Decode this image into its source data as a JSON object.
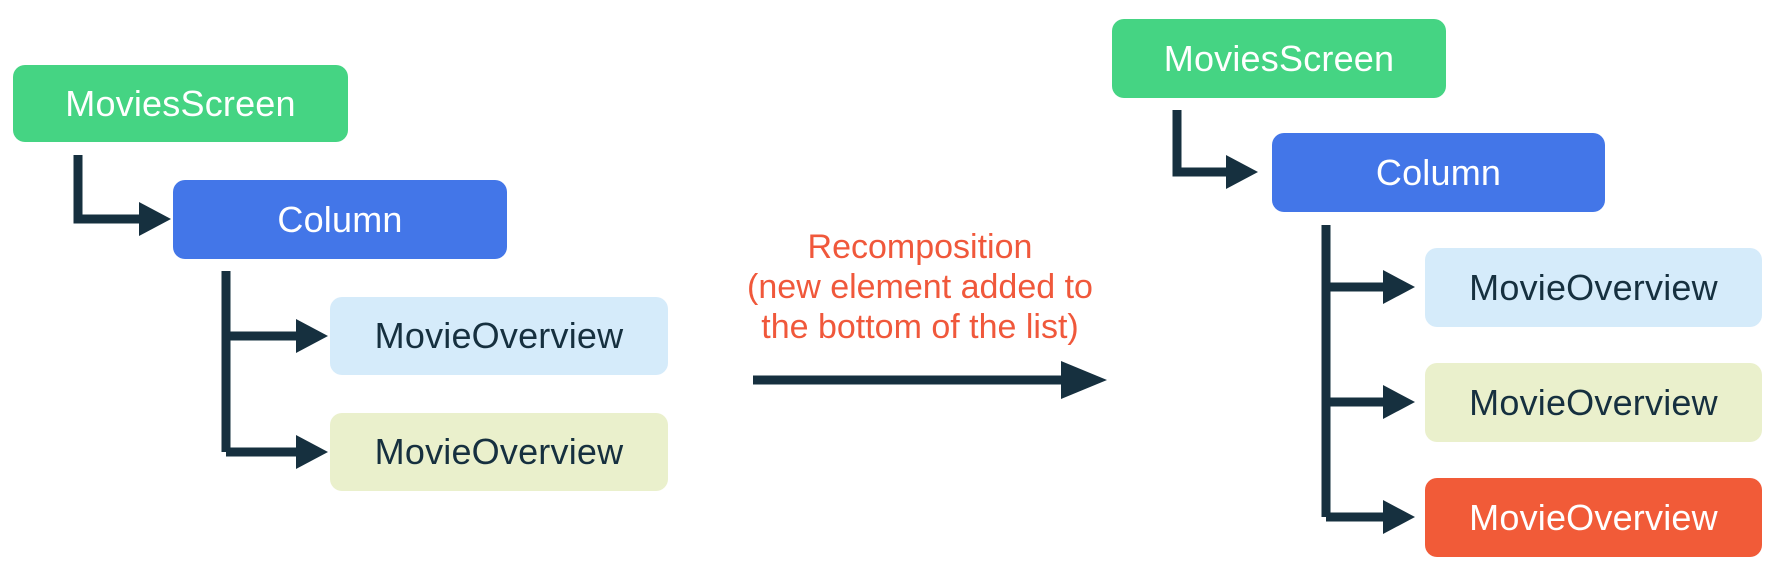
{
  "diagram": {
    "title_semantics": "Recomposition tree diagram: before and after a new list element is added",
    "left_tree": {
      "nodes": [
        {
          "label": "MoviesScreen"
        },
        {
          "label": "Column"
        },
        {
          "label": "MovieOverview"
        },
        {
          "label": "MovieOverview"
        }
      ]
    },
    "right_tree": {
      "nodes": [
        {
          "label": "MoviesScreen"
        },
        {
          "label": "Column"
        },
        {
          "label": "MovieOverview"
        },
        {
          "label": "MovieOverview"
        },
        {
          "label": "MovieOverview"
        }
      ]
    },
    "transition": {
      "label_line1": "Recomposition",
      "label_line2": "(new element added to",
      "label_line3": "the bottom of the list)"
    },
    "colors": {
      "background": "#FFFFFF",
      "node_green": "#45D483",
      "node_blue": "#4376E8",
      "node_light_blue": "#D5EBFA",
      "node_light_yellow": "#EAF0CC",
      "node_orange": "#F15B38",
      "connector_dark": "#16303F",
      "label_light": "#FFFFFF",
      "label_dark": "#16303F",
      "transition_text": "#F0583B"
    }
  }
}
